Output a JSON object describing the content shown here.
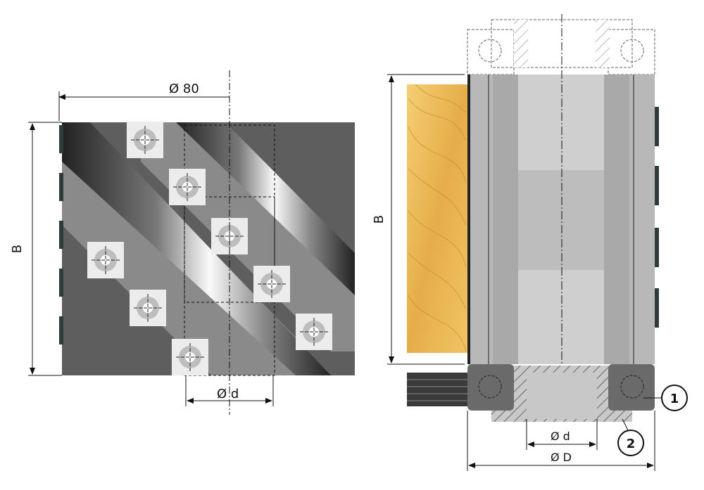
{
  "left_view": {
    "dim_outer_diameter": "Ø 80",
    "dim_height": "B",
    "dim_bore": "Ø d"
  },
  "right_view": {
    "dim_height": "B",
    "dim_bore": "Ø d",
    "dim_outer": "Ø D",
    "callout_1": "1",
    "callout_2": "2"
  },
  "colors": {
    "body_dark": "#5e5e5e",
    "body_light": "#b8b8b8",
    "wood": "#e8b251",
    "blade": "#2f3a3a"
  }
}
